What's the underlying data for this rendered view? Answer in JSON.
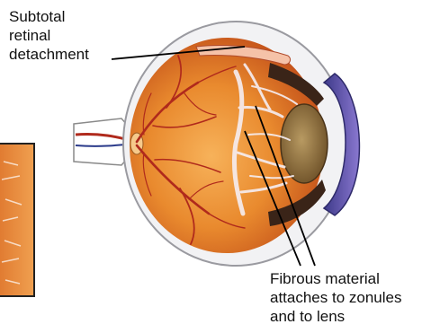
{
  "labels": {
    "retinal": [
      "Subtotal",
      "retinal",
      "detachment"
    ],
    "fibrous": [
      "Fibrous material",
      "attaches to zonules",
      "and to lens"
    ]
  },
  "colors": {
    "retina": "#e98a2e",
    "retina_dark": "#c4521a",
    "vessel": "#b02a1c",
    "sclera": "#f2f2f4",
    "cornea": "#6a4fa8",
    "lens": "#8a6a3a",
    "fibrous": "#f4e8ec",
    "leader": "#000000"
  }
}
